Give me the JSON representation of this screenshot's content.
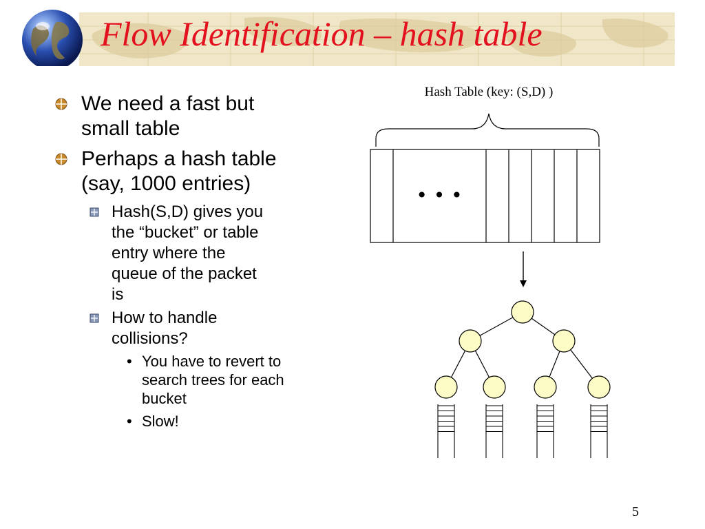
{
  "slide": {
    "title": "Flow Identification – hash table",
    "page_number": "5",
    "colors": {
      "title": "#e3101e",
      "banner": "#f0e6c8",
      "node_fill": "#fdfbc6"
    },
    "icons": {
      "header_logo": "globe-icon",
      "level1_bullet": "target-bullet-icon",
      "level2_bullet": "square-bullet-icon"
    }
  },
  "bullets": [
    {
      "text": "We need a fast but small table"
    },
    {
      "text": "Perhaps a hash table (say, 1000 entries)"
    }
  ],
  "subbullets": [
    {
      "text": "Hash(S,D) gives you the “bucket” or table entry where the queue of the packet is"
    },
    {
      "text": "How to handle collisions?"
    }
  ],
  "subsubbullets": [
    {
      "text": "You have to revert to search trees for each bucket"
    },
    {
      "text": "Slow!"
    }
  ],
  "diagram": {
    "label": "Hash Table (key: (S,D) )",
    "ellipsis": "•  •  •"
  }
}
